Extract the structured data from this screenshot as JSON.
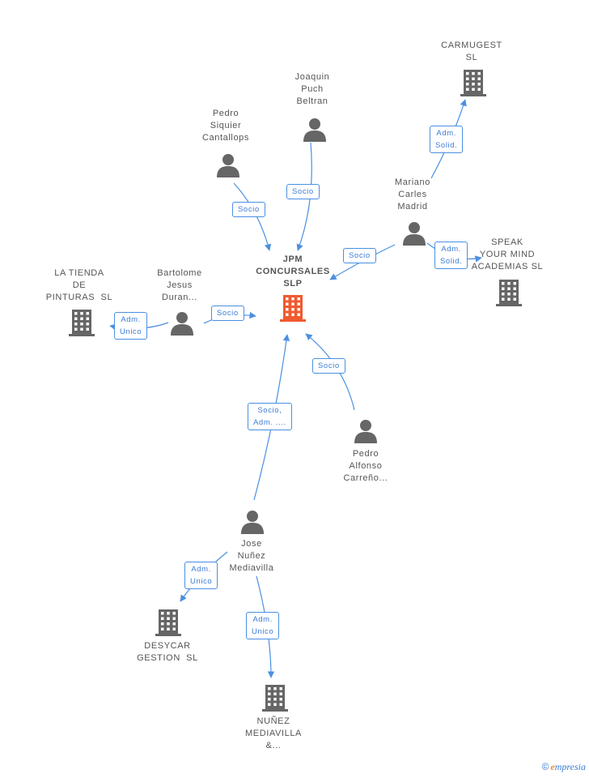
{
  "nodes": {
    "jpm": {
      "label": "JPM\nCONCURSALES\nSLP",
      "type": "company",
      "color": "#f05a30"
    },
    "carmugest": {
      "label": "CARMUGEST\nSL",
      "type": "company",
      "color": "#666666"
    },
    "joaquin": {
      "label": "Joaquin\nPuch\nBeltran",
      "type": "person",
      "color": "#666666"
    },
    "pedro_siquier": {
      "label": "Pedro\nSiquier\nCantallops",
      "type": "person",
      "color": "#666666"
    },
    "mariano": {
      "label": "Mariano\nCarles\nMadrid",
      "type": "person",
      "color": "#666666"
    },
    "speak": {
      "label": "SPEAK\nYOUR MIND\nACADEMIAS SL",
      "type": "company",
      "color": "#666666"
    },
    "la_tienda": {
      "label": "LA TIENDA\nDE\nPINTURAS  SL",
      "type": "company",
      "color": "#666666"
    },
    "bartolome": {
      "label": "Bartolome\nJesus\nDuran...",
      "type": "person",
      "color": "#666666"
    },
    "pedro_alfonso": {
      "label": "Pedro\nAlfonso\nCarreño...",
      "type": "person",
      "color": "#666666"
    },
    "jose": {
      "label": "Jose\nNuñez\nMediavilla",
      "type": "person",
      "color": "#666666"
    },
    "desycar": {
      "label": "DESYCAR\nGESTION  SL",
      "type": "company",
      "color": "#666666"
    },
    "nunez": {
      "label": "NUÑEZ\nMEDIAVILLA\n&...",
      "type": "company",
      "color": "#666666"
    }
  },
  "relations": {
    "mariano_carmugest": "Adm.\nSolid.",
    "joaquin_jpm": "Socio",
    "pedro_siquier_jpm": "Socio",
    "mariano_jpm": "Socio",
    "mariano_speak": "Adm.\nSolid.",
    "bartolome_latienda": "Adm.\nUnico",
    "bartolome_jpm": "Socio",
    "pedro_alfonso_jpm": "Socio",
    "jose_jpm": "Socio,\nAdm. ....",
    "jose_desycar": "Adm.\nUnico",
    "jose_nunez": "Adm.\nUnico"
  },
  "colors": {
    "edge": "#4a90e2",
    "label_border": "#4a90e2",
    "icon": "#666666",
    "center": "#f05a30"
  },
  "footer": {
    "copyright": "©",
    "brand_first": "e",
    "brand_rest": "mpresia"
  }
}
